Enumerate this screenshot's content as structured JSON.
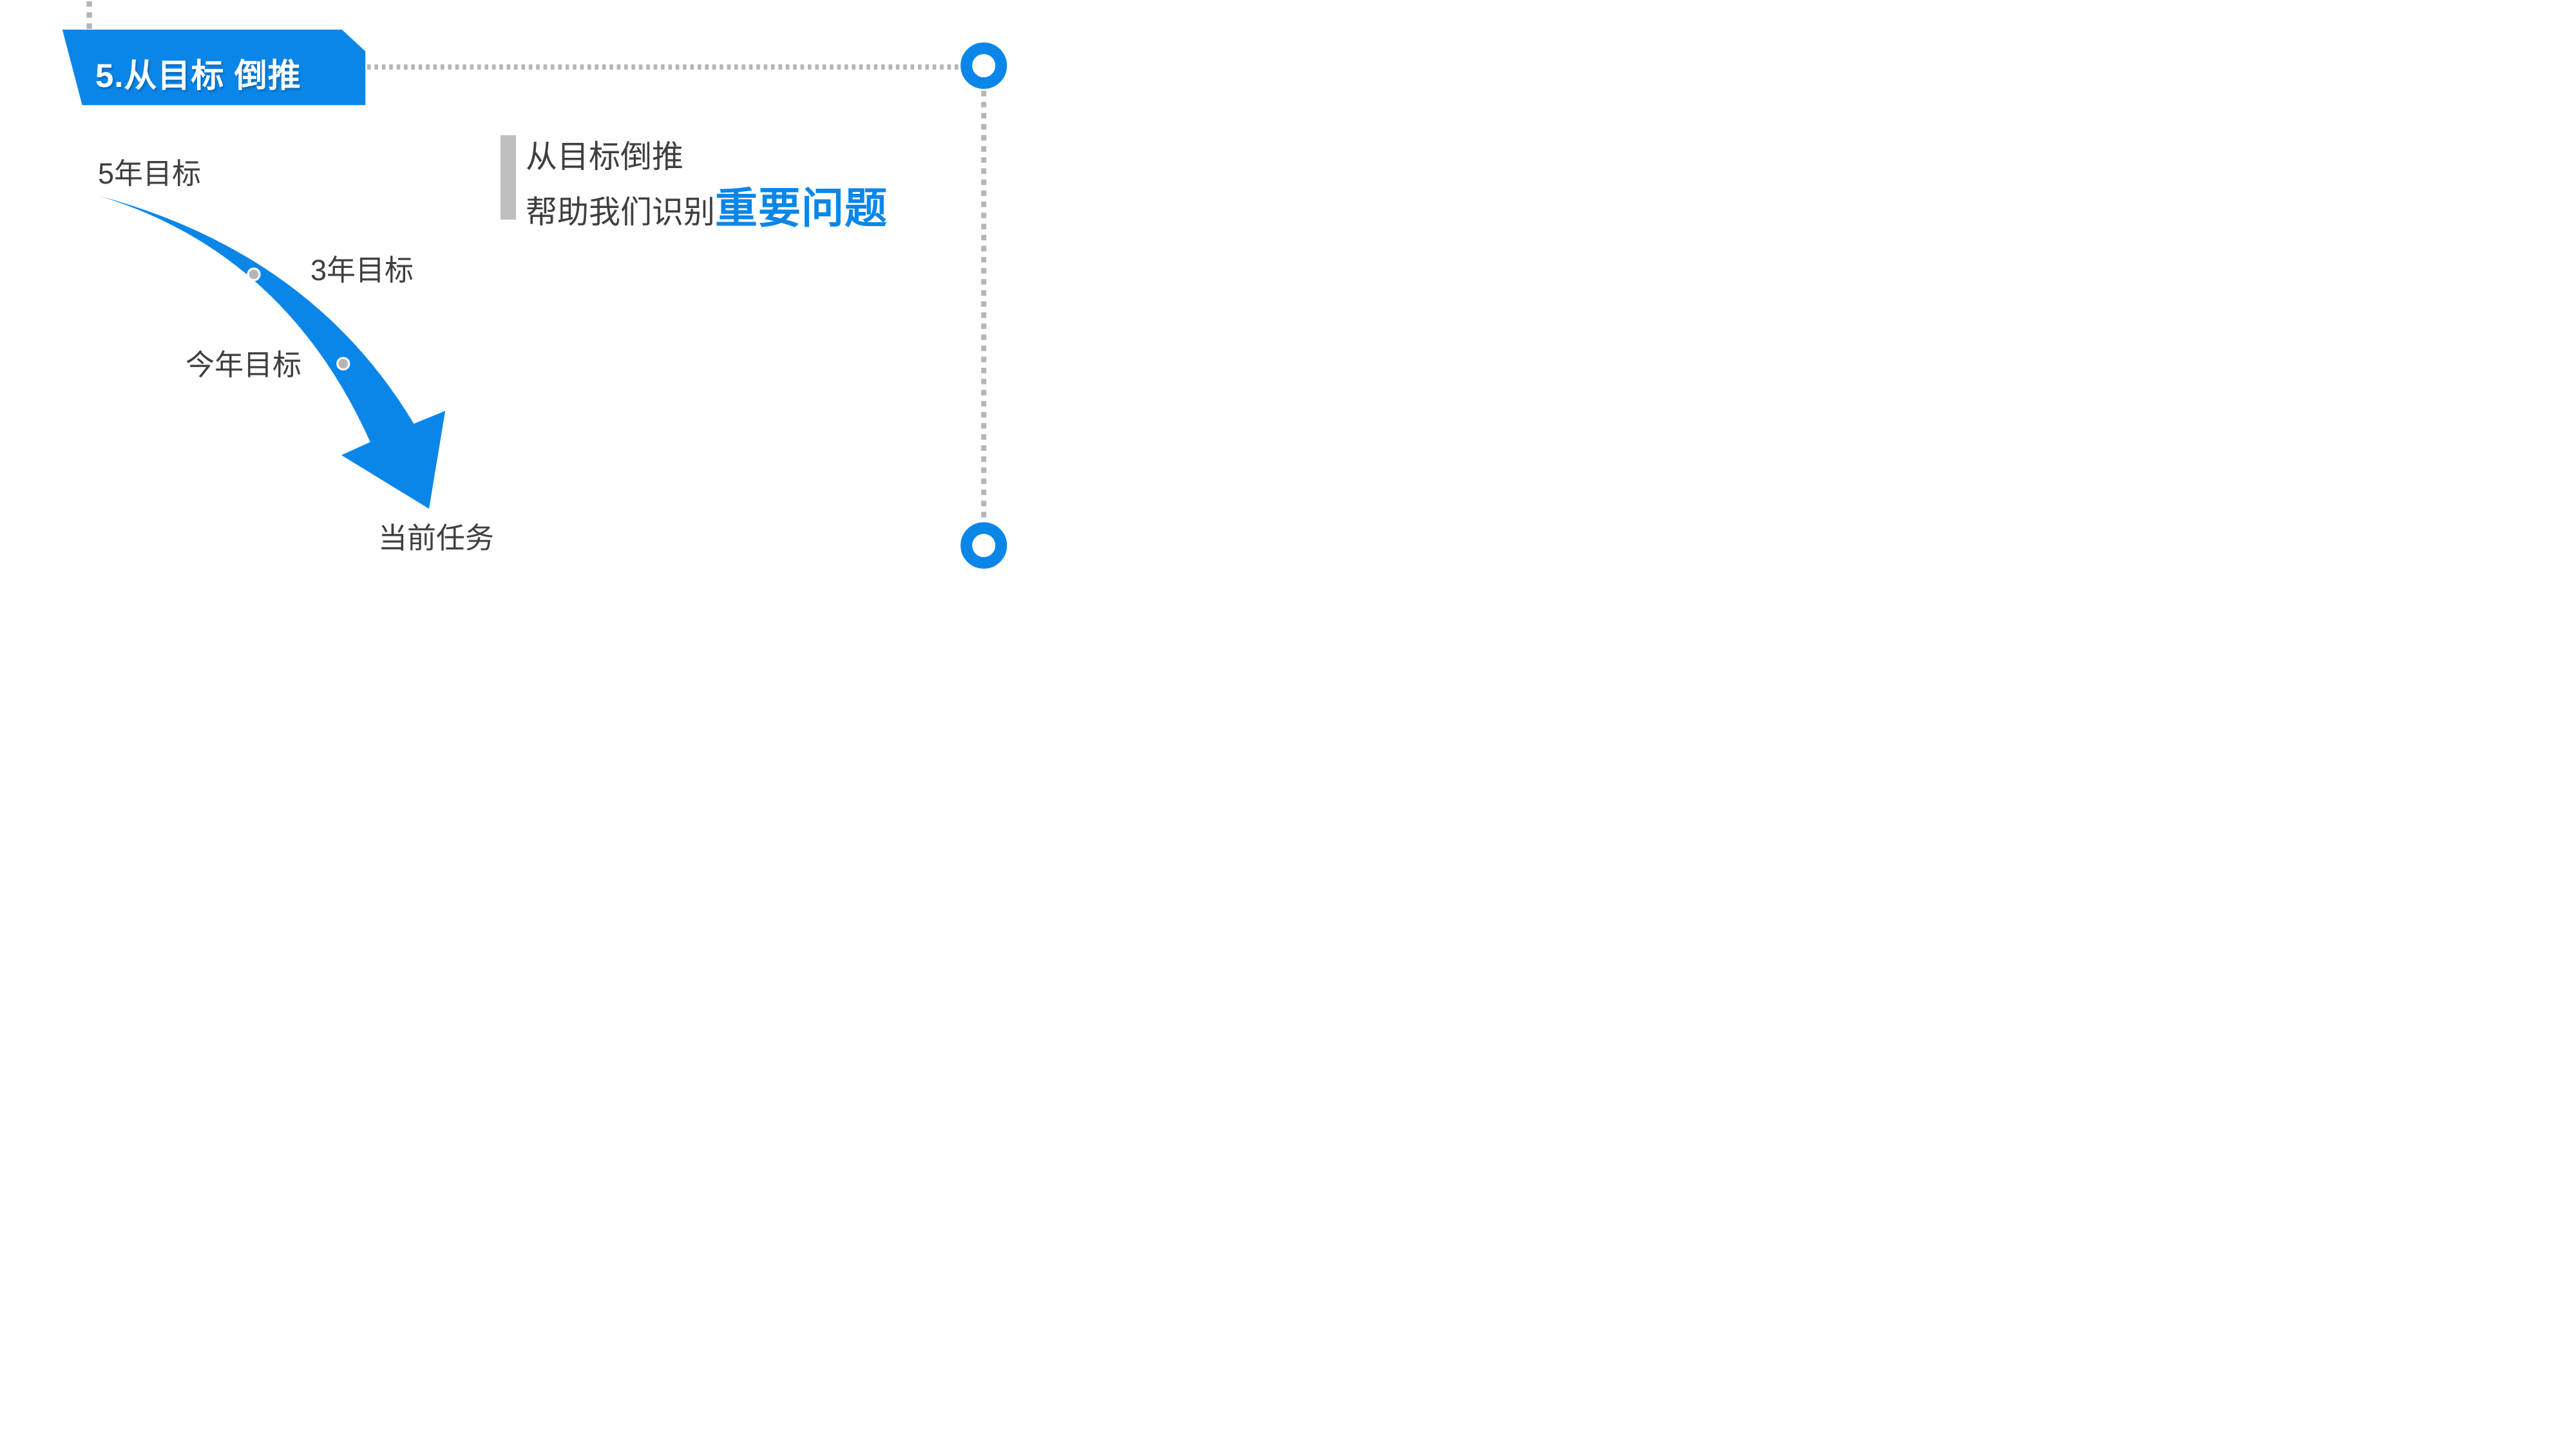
{
  "banner": {
    "title": "5.从目标 倒推"
  },
  "quote": {
    "line1": "从目标倒推",
    "line2_prefix": "帮助我们识别",
    "line2_highlight": "重要问题"
  },
  "curve_labels": {
    "goal_5yr": "5年目标",
    "goal_3yr": "3年目标",
    "goal_this_year": "今年目标",
    "current_task": "当前任务"
  },
  "icons": {
    "ring_top_right": "ring-marker",
    "ring_bottom_right": "ring-marker",
    "curve_dots": "milestone-dot",
    "arrow": "curved-down-arrow"
  },
  "colors": {
    "accent-blue": "#0A86E9",
    "text-gray": "#3F3F3F",
    "muted-gray": "#B5B5B5",
    "bar-gray": "#BFBFBF"
  }
}
